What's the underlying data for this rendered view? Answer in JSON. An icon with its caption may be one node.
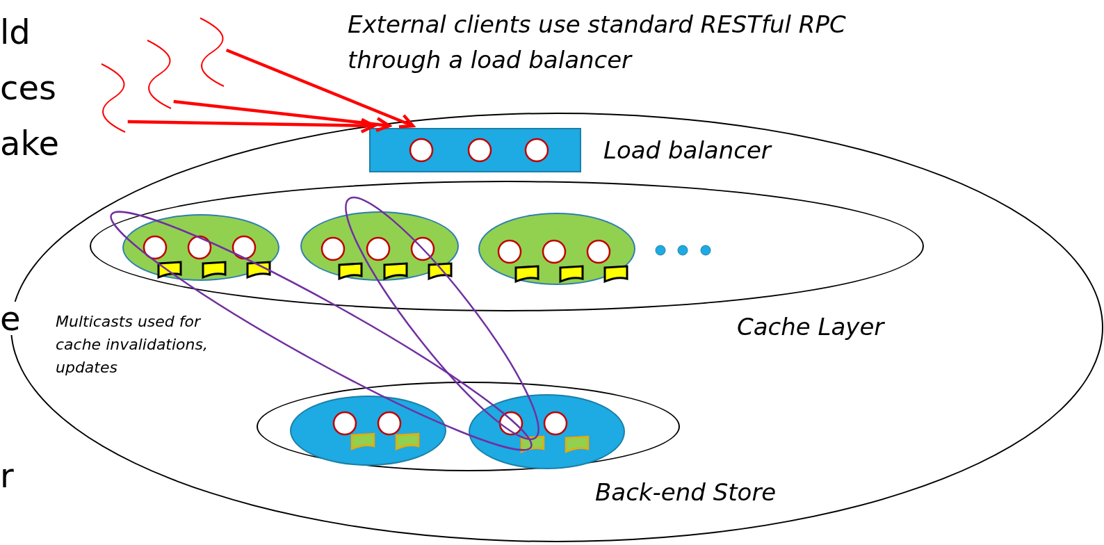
{
  "diagram": {
    "nodes": [
      {
        "text": [],
        "shape": "ellipse"
      },
      {
        "text": [
          "Load balancer"
        ],
        "in": 0
      },
      {
        "text": [
          "Cache Layer"
        ],
        "in": 0
      },
      {
        "text": [],
        "shape": "ellipse",
        "in": 2
      },
      {
        "text": [],
        "shape": "ellipse",
        "in": 2
      },
      {
        "text": [],
        "shape": "ellipse",
        "in": 2
      },
      {
        "text": [
          "Back-end Store"
        ],
        "in": 0
      },
      {
        "text": [],
        "shape": "ellipse",
        "in": 6
      },
      {
        "text": [],
        "shape": "ellipse",
        "in": 6
      },
      {
        "text": [],
        "shape": "wave"
      },
      {
        "text": [],
        "shape": "wave"
      },
      {
        "text": [],
        "shape": "wave"
      }
    ],
    "edges": [
      {
        "from": 9,
        "to": 1,
        "arrow": "to"
      },
      {
        "from": 10,
        "to": 1,
        "arrow": "to"
      },
      {
        "from": 11,
        "to": 1,
        "arrow": "to"
      }
    ],
    "labels": [
      "ld",
      "ces",
      "ake",
      "e",
      "r",
      "External clients use standard RESTful RPC through a load balancer",
      "Multicasts used for cache invalidations, updates"
    ]
  }
}
